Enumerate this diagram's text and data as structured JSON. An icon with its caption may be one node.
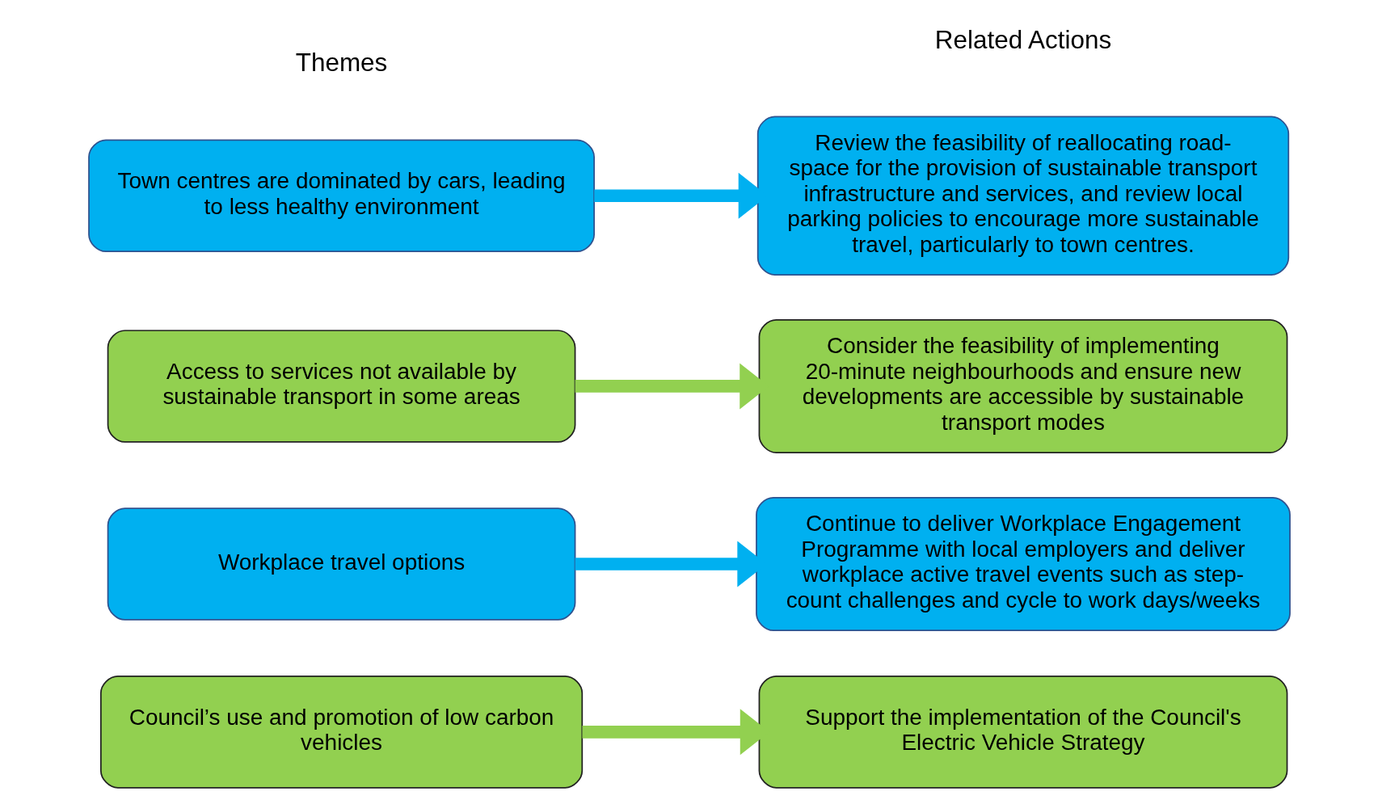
{
  "diagram": {
    "nodes": [
      {
        "text": [
          "Town centres are dominated by cars, leading to less healthy environment"
        ]
      },
      {
        "text": [
          "Review the feasibility of reallocating road-space for the provision of sustainable transport infrastructure and services, and review local parking policies to encourage more sustainable travel, particularly to town centres."
        ]
      },
      {
        "text": [
          "Access to services not available by sustainable transport in some areas"
        ]
      },
      {
        "text": [
          "Consider the feasibility of implementing 20-minute neighbourhoods and ensure new developments are accessible by sustainable transport modes"
        ]
      },
      {
        "text": [
          "Workplace travel options"
        ]
      },
      {
        "text": [
          "Continue to deliver Workplace Engagement Programme with local employers and deliver workplace active travel events such as step-count challenges and cycle to work days/weeks"
        ]
      },
      {
        "text": [
          "Council’s use and promotion of low carbon vehicles"
        ]
      },
      {
        "text": [
          "Support the implementation of the Council's Electric Vehicle Strategy"
        ]
      }
    ],
    "edges": [
      {
        "from": 0,
        "to": 1,
        "arrow": "to",
        "color": "#00b0f0"
      },
      {
        "from": 2,
        "to": 3,
        "arrow": "to",
        "color": "#92d050"
      },
      {
        "from": 4,
        "to": 5,
        "arrow": "to",
        "color": "#00b0f0"
      },
      {
        "from": 6,
        "to": 7,
        "arrow": "to",
        "color": "#92d050"
      }
    ],
    "labels": [
      "Themes",
      "Related Actions"
    ]
  }
}
